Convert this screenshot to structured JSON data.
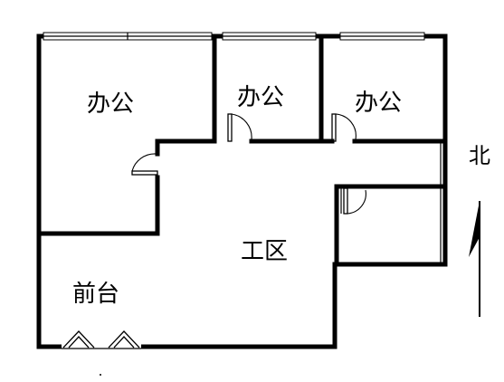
{
  "rooms": {
    "office_1": "办公",
    "office_2": "办公",
    "office_3": "办公",
    "work_area": "工区",
    "reception": "前台"
  },
  "compass": {
    "label": "北"
  },
  "colors": {
    "wall": "#000000",
    "background": "#ffffff"
  }
}
